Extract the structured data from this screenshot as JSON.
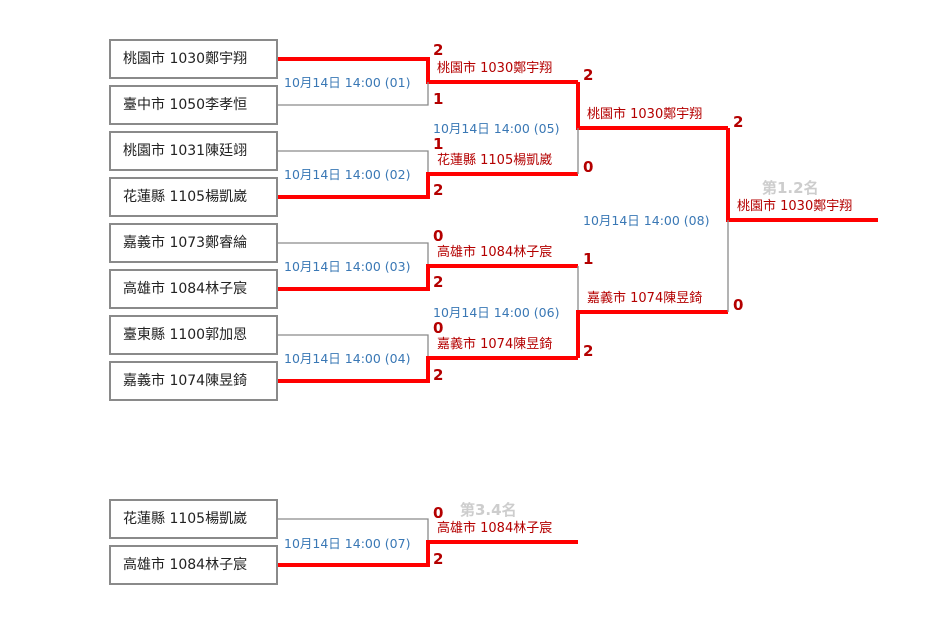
{
  "players": [
    {
      "text": "桃園市 1030鄭宇翔"
    },
    {
      "text": "臺中市 1050李孝恒"
    },
    {
      "text": "桃園市 1031陳廷翊"
    },
    {
      "text": "花蓮縣 1105楊凱崴"
    },
    {
      "text": "嘉義市 1073鄭睿綸"
    },
    {
      "text": "高雄市 1084林子宸"
    },
    {
      "text": "臺東縣 1100郭加恩"
    },
    {
      "text": "嘉義市 1074陳昱錡"
    },
    {
      "text": "花蓮縣 1105楊凱崴"
    },
    {
      "text": "高雄市 1084林子宸"
    }
  ],
  "matches": [
    {
      "label": "10月14日 14:00 (01)"
    },
    {
      "label": "10月14日 14:00 (02)"
    },
    {
      "label": "10月14日 14:00 (03)"
    },
    {
      "label": "10月14日 14:00 (04)"
    },
    {
      "label": "10月14日 14:00 (05)"
    },
    {
      "label": "10月14日 14:00 (06)"
    },
    {
      "label": "10月14日 14:00 (07)"
    },
    {
      "label": "10月14日 14:00 (08)"
    }
  ],
  "winners": [
    {
      "text": "桃園市 1030鄭宇翔"
    },
    {
      "text": "花蓮縣 1105楊凱崴"
    },
    {
      "text": "高雄市 1084林子宸"
    },
    {
      "text": "嘉義市 1074陳昱錡"
    },
    {
      "text": "桃園市 1030鄭宇翔"
    },
    {
      "text": "嘉義市 1074陳昱錡"
    },
    {
      "text": "桃園市 1030鄭宇翔"
    },
    {
      "text": "高雄市 1084林子宸"
    }
  ],
  "scores": [
    "2",
    "1",
    "1",
    "2",
    "0",
    "2",
    "0",
    "2",
    "2",
    "0",
    "1",
    "2",
    "2",
    "0",
    "0",
    "2"
  ],
  "places": {
    "first_second": "第1.2名",
    "third_fourth": "第3.4名"
  },
  "colors": {
    "winner_line": "#ff0000",
    "loser_line": "#8a8a8a",
    "match_label": "#3a78b5",
    "winner_text": "#b40000",
    "place_title": "#cdcdcd"
  }
}
